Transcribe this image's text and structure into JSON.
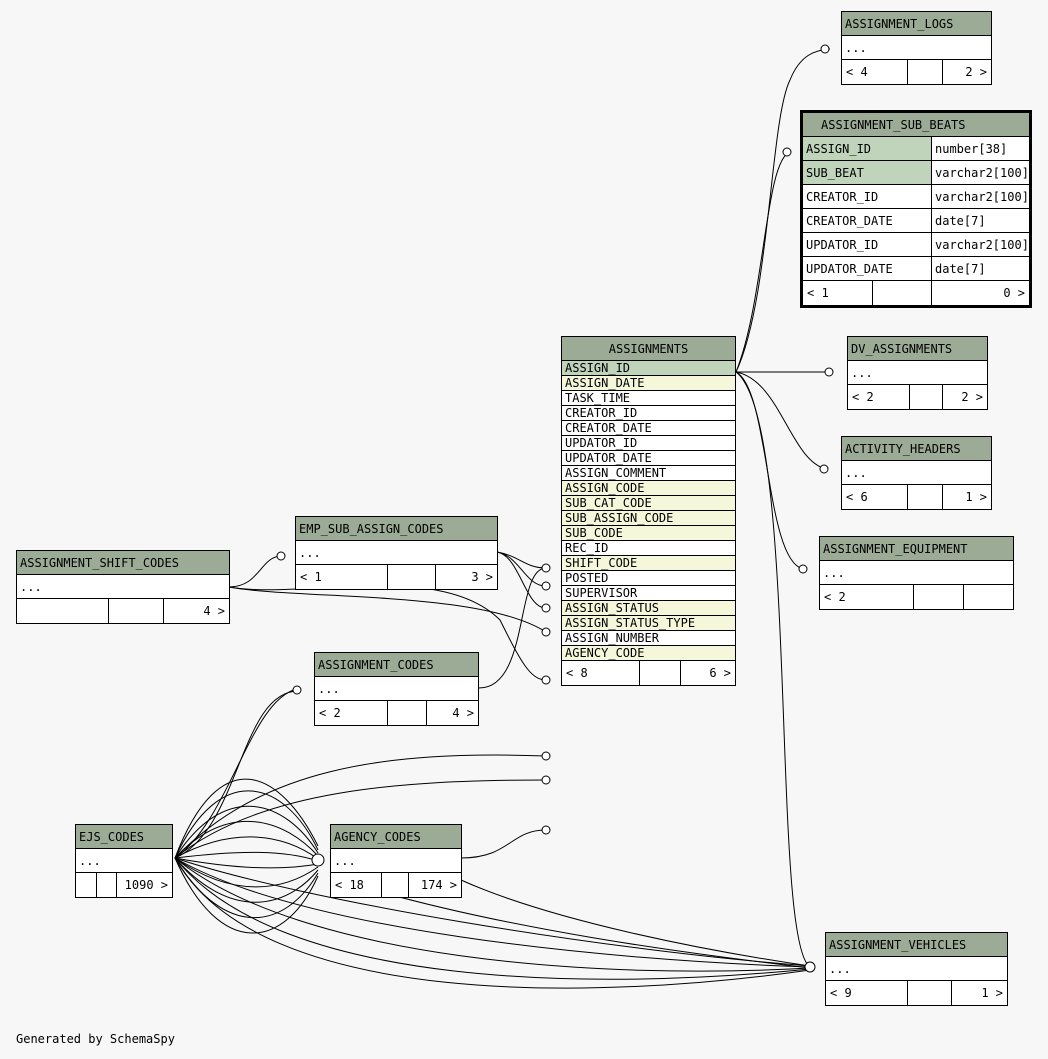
{
  "footer_text": "Generated by SchemaSpy",
  "assignments": {
    "title": "ASSIGNMENTS",
    "columns": [
      "ASSIGN_ID",
      "ASSIGN_DATE",
      "TASK_TIME",
      "CREATOR_ID",
      "CREATOR_DATE",
      "UPDATOR_ID",
      "UPDATOR_DATE",
      "ASSIGN_COMMENT",
      "ASSIGN_CODE",
      "SUB_CAT_CODE",
      "SUB_ASSIGN_CODE",
      "SUB_CODE",
      "REC_ID",
      "SHIFT_CODE",
      "POSTED",
      "SUPERVISOR",
      "ASSIGN_STATUS",
      "ASSIGN_STATUS_TYPE",
      "ASSIGN_NUMBER",
      "AGENCY_CODE"
    ],
    "footer": {
      "parents": "< 8",
      "children": "6 >"
    }
  },
  "sub_beats": {
    "title": "ASSIGNMENT_SUB_BEATS",
    "columns": [
      {
        "name": "ASSIGN_ID",
        "type": "number[38]"
      },
      {
        "name": "SUB_BEAT",
        "type": "varchar2[100]"
      },
      {
        "name": "CREATOR_ID",
        "type": "varchar2[100]"
      },
      {
        "name": "CREATOR_DATE",
        "type": "date[7]"
      },
      {
        "name": "UPDATOR_ID",
        "type": "varchar2[100]"
      },
      {
        "name": "UPDATOR_DATE",
        "type": "date[7]"
      }
    ],
    "footer": {
      "parents": "< 1",
      "children": "0 >"
    }
  },
  "assignment_logs": {
    "title": "ASSIGNMENT_LOGS",
    "ellipsis": "...",
    "parents": "< 4",
    "children": "2 >"
  },
  "dv_assignments": {
    "title": "DV_ASSIGNMENTS",
    "ellipsis": "...",
    "parents": "< 2",
    "children": "2 >"
  },
  "activity_headers": {
    "title": "ACTIVITY_HEADERS",
    "ellipsis": "...",
    "parents": "< 6",
    "children": "1 >"
  },
  "assignment_equipment": {
    "title": "ASSIGNMENT_EQUIPMENT",
    "ellipsis": "...",
    "parents": "< 2",
    "children": ""
  },
  "emp_sub_assign_codes": {
    "title": "EMP_SUB_ASSIGN_CODES",
    "ellipsis": "...",
    "parents": "< 1",
    "children": "3 >"
  },
  "assignment_shift_codes": {
    "title": "ASSIGNMENT_SHIFT_CODES",
    "ellipsis": "...",
    "parents": "",
    "children": "4 >"
  },
  "assignment_codes": {
    "title": "ASSIGNMENT_CODES",
    "ellipsis": "...",
    "parents": "< 2",
    "children": "4 >"
  },
  "ejs_codes": {
    "title": "EJS_CODES",
    "ellipsis": "...",
    "parents": "",
    "children": "1090 >"
  },
  "agency_codes": {
    "title": "AGENCY_CODES",
    "ellipsis": "...",
    "parents": "< 18",
    "children": "174 >"
  },
  "assignment_vehicles": {
    "title": "ASSIGNMENT_VEHICLES",
    "ellipsis": "...",
    "parents": "< 9",
    "children": "1 >"
  }
}
